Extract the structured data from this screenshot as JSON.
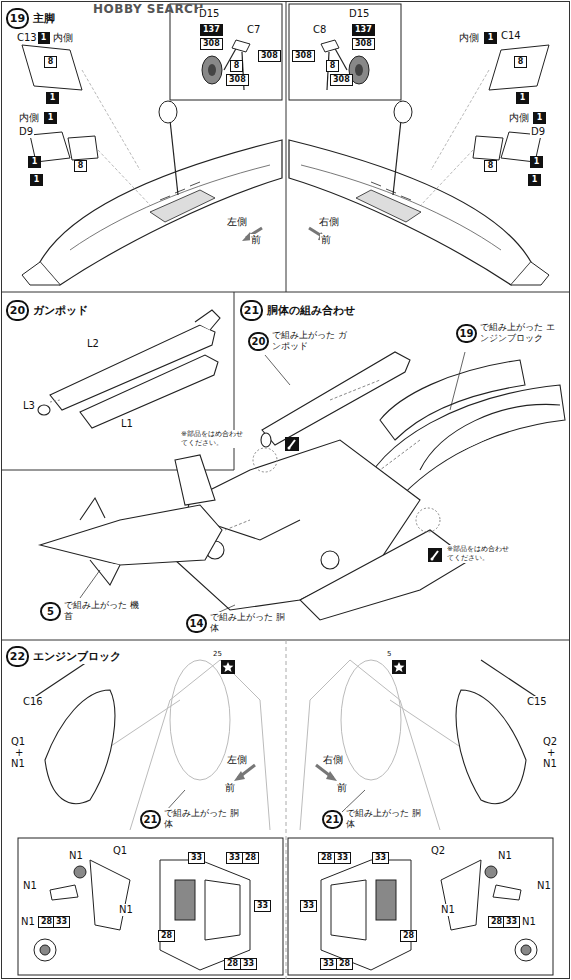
{
  "diagram": {
    "nodes": [
      {
        "text": [
          "19",
          "主脚"
        ]
      },
      {
        "text": [
          "1"
        ]
      },
      {
        "text": [
          "8"
        ]
      },
      {
        "text": [
          "1"
        ]
      },
      {
        "text": [
          "1"
        ]
      },
      {
        "text": [
          "1"
        ]
      },
      {
        "text": [
          "8"
        ]
      },
      {
        "text": [
          "1"
        ]
      },
      {
        "text": [
          "137"
        ]
      },
      {
        "text": [
          "308"
        ]
      },
      {
        "text": [
          "308"
        ]
      },
      {
        "text": [
          "8"
        ]
      },
      {
        "text": [
          "308"
        ]
      },
      {
        "text": [
          "137"
        ]
      },
      {
        "text": [
          "308"
        ]
      },
      {
        "text": [
          "308"
        ]
      },
      {
        "text": [
          "8"
        ]
      },
      {
        "text": [
          "308"
        ]
      },
      {
        "text": [
          "1"
        ]
      },
      {
        "text": [
          "8"
        ]
      },
      {
        "text": [
          "1"
        ]
      },
      {
        "text": [
          "1"
        ]
      },
      {
        "text": [
          "8"
        ]
      },
      {
        "text": [
          "1"
        ]
      },
      {
        "text": [
          "1"
        ]
      },
      {
        "text": [
          "20",
          "ガンポッド"
        ]
      },
      {
        "text": [
          "21",
          "胴体の組み合わせ"
        ]
      },
      {
        "text": [
          "20",
          "で組み上がった ガンポッド"
        ]
      },
      {
        "text": [
          "19",
          "で組み上がった エンジンブロック"
        ]
      },
      {
        "text": [
          "5",
          "で組み上がった 機首"
        ]
      },
      {
        "text": [
          "14",
          "で組み上がった 胴体"
        ]
      },
      {
        "text": [
          "22",
          "エンジンブロック"
        ]
      },
      {
        "text": [
          "21",
          "で組み上がった 胴体"
        ]
      },
      {
        "text": [
          "21",
          "で組み上がった 胴体"
        ]
      },
      {
        "text": [
          "28"
        ]
      },
      {
        "text": [
          "33"
        ]
      },
      {
        "text": [
          "33"
        ]
      },
      {
        "text": [
          "33"
        ]
      },
      {
        "text": [
          "28"
        ]
      },
      {
        "text": [
          "33"
        ]
      },
      {
        "text": [
          "28"
        ]
      },
      {
        "text": [
          "28"
        ]
      },
      {
        "text": [
          "33"
        ]
      },
      {
        "text": [
          "28"
        ]
      },
      {
        "text": [
          "33"
        ]
      },
      {
        "text": [
          "33"
        ]
      },
      {
        "text": [
          "33"
        ]
      },
      {
        "text": [
          "28"
        ]
      },
      {
        "text": [
          "33"
        ]
      },
      {
        "text": [
          "28"
        ]
      },
      {
        "text": [
          "28"
        ]
      },
      {
        "text": [
          "33"
        ]
      }
    ],
    "labels": [
      "HOBBY SEARCH",
      "C13",
      "内側",
      "内側",
      "D9",
      "D15",
      "C7",
      "左側",
      "前",
      "D15",
      "C8",
      "内側",
      "C14",
      "内側",
      "D9",
      "右側",
      "前",
      "L2",
      "L3",
      "L1",
      "※部品をはめ合わせてください。",
      "※部品をはめ合わせてください。",
      "25",
      "5",
      "C16",
      "Q1",
      "+",
      "N1",
      "左側",
      "前",
      "C15",
      "Q2",
      "+",
      "N1",
      "右側",
      "前",
      "N1",
      "Q1",
      "N1",
      "N1",
      "N1",
      "Q2",
      "N1",
      "N1",
      "N1",
      "N1"
    ]
  }
}
